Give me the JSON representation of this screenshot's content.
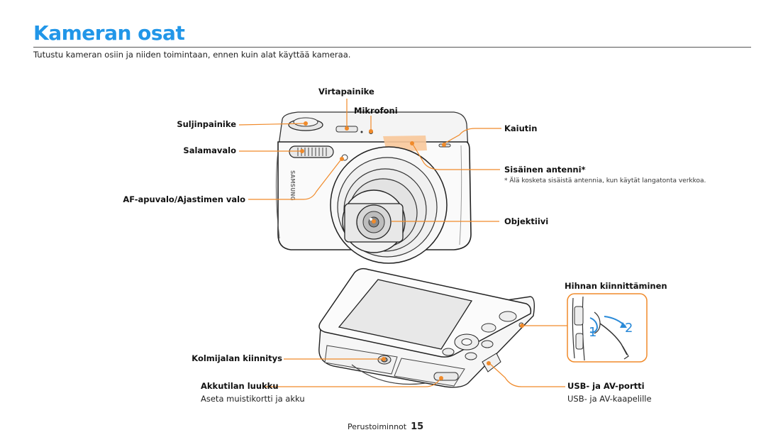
{
  "page": {
    "title": "Kameran osat",
    "intro": "Tutustu kameran osiin ja niiden toimintaan, ennen kuin alat käyttää kameraa."
  },
  "front_labels": {
    "power": "Virtapainike",
    "mic": "Mikrofoni",
    "shutter": "Suljinpainike",
    "speaker": "Kaiutin",
    "flash": "Salamavalo",
    "antenna": "Sisäinen antenni*",
    "antenna_note": "* Älä kosketa sisäistä antennia, kun käytät langatonta verkkoa.",
    "af_lamp": "AF-apuvalo/Ajastimen valo",
    "lens": "Objektiivi",
    "brand": "SAMSUNG"
  },
  "bottom_labels": {
    "strap": "Hihnan kiinnittäminen",
    "tripod": "Kolmijalan kiinnitys",
    "battery": "Akkutilan luukku",
    "battery_sub": "Aseta muistikortti ja akku",
    "usb": "USB- ja AV-portti",
    "usb_sub": "USB- ja AV-kaapelille",
    "step1": "1",
    "step2": "2"
  },
  "footer": {
    "section": "Perustoiminnot",
    "page_number": "15"
  },
  "colors": {
    "title": "#2196e8",
    "callout": "#f08a2a",
    "arrow": "#2a8ad8"
  }
}
